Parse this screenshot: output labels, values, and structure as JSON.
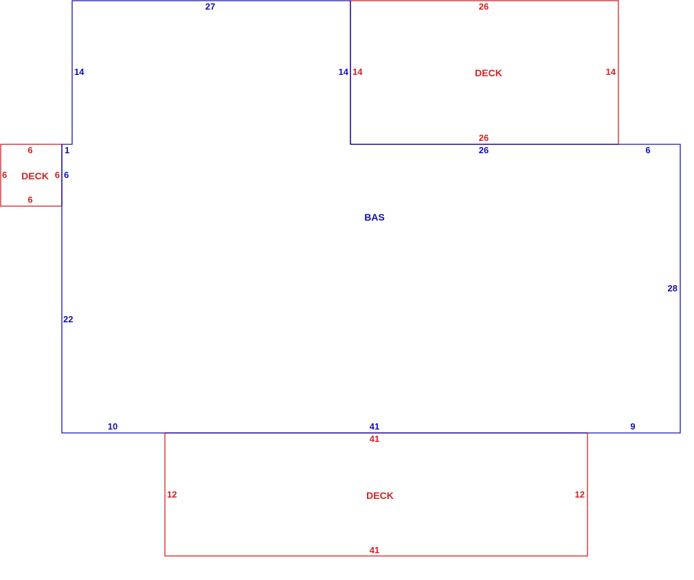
{
  "colors": {
    "main": "#1010b0",
    "deck": "#d42020"
  },
  "main_area": {
    "label": "BAS",
    "dims": {
      "top_left": "27",
      "upper_left": "14",
      "upper_right": "14",
      "step": "1",
      "deck_side": "6",
      "left": "22",
      "bottom_left": "10",
      "bottom": "41",
      "bottom_right": "9",
      "right": "28",
      "top_right": "6",
      "mid_top": "26"
    }
  },
  "deck_top": {
    "label": "DECK",
    "dims": {
      "top": "26",
      "left": "14",
      "right": "14",
      "bottom": "26"
    }
  },
  "deck_left": {
    "label": "DECK",
    "dims": {
      "top": "6",
      "left": "6",
      "right": "6",
      "bottom": "6"
    }
  },
  "deck_bottom": {
    "label": "DECK",
    "dims": {
      "top": "41",
      "left": "12",
      "right": "12",
      "bottom": "41"
    }
  }
}
